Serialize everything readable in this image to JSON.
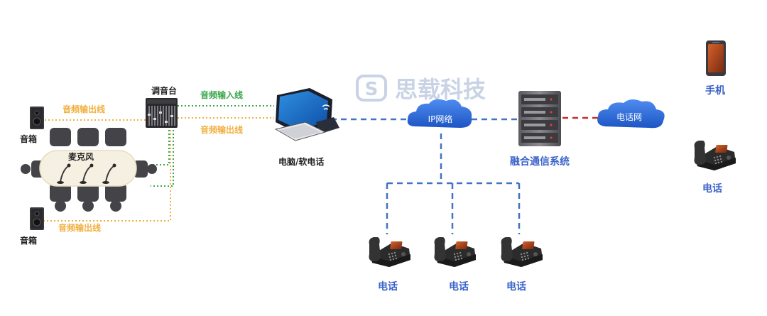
{
  "watermark": {
    "glyph": "S",
    "text": "思载科技"
  },
  "labels": {
    "audio_out_top": "音频输出线",
    "audio_in": "音频输入线",
    "audio_out_mid": "音频输出线",
    "audio_out_bottom": "音频输出线",
    "speaker_top": "音箱",
    "speaker_bottom": "音箱",
    "mixer": "调音台",
    "microphone": "麦克风",
    "computer": "电脑/软电话",
    "ip_network": "IP网络",
    "unified_comm": "融合通信系统",
    "phone_network": "电话网",
    "mobile": "手机",
    "phone_right": "电话",
    "phone_1": "电话",
    "phone_2": "电话",
    "phone_3": "电话"
  },
  "colors": {
    "accent_blue": "#3A63C8",
    "dashed_blue": "#4472C4",
    "audio_green": "#3AA64A",
    "audio_orange": "#F0B040",
    "phone_red": "#C0302A",
    "cloud_blue": "#2E6BD8",
    "watermark": "#C9D3E6"
  }
}
